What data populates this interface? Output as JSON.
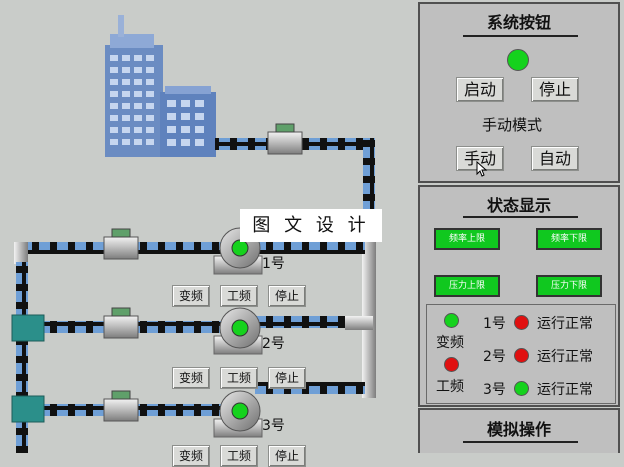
{
  "watermark": "图 文 设 计",
  "system_panel": {
    "title": "系统按钮",
    "start_label": "启动",
    "stop_label": "停止",
    "mode_label": "手动模式",
    "manual_label": "手动",
    "auto_label": "自动"
  },
  "status_panel": {
    "title": "状态显示",
    "alarms": [
      "频率上限",
      "频率下限",
      "压力上限",
      "压力下限"
    ],
    "vf_label": "变频",
    "pf_label": "工频",
    "pumps": [
      {
        "number": "1号",
        "status": "运行正常",
        "indicator": "red"
      },
      {
        "number": "2号",
        "status": "运行正常",
        "indicator": "red"
      },
      {
        "number": "3号",
        "status": "运行正常",
        "indicator": "green"
      }
    ]
  },
  "sim_panel": {
    "title": "模拟操作"
  },
  "pumps": [
    {
      "label": "1号",
      "buttons": [
        "变频",
        "工频",
        "停止"
      ]
    },
    {
      "label": "2号",
      "buttons": [
        "变频",
        "工频",
        "停止"
      ]
    },
    {
      "label": "3号",
      "buttons": [
        "变频",
        "工频",
        "停止"
      ]
    }
  ],
  "colors": {
    "indicator_on": "#15d21d",
    "indicator_off": "#e01010",
    "alarm_bg": "#10c81f",
    "pipe_blue": "#5b8fd0"
  }
}
